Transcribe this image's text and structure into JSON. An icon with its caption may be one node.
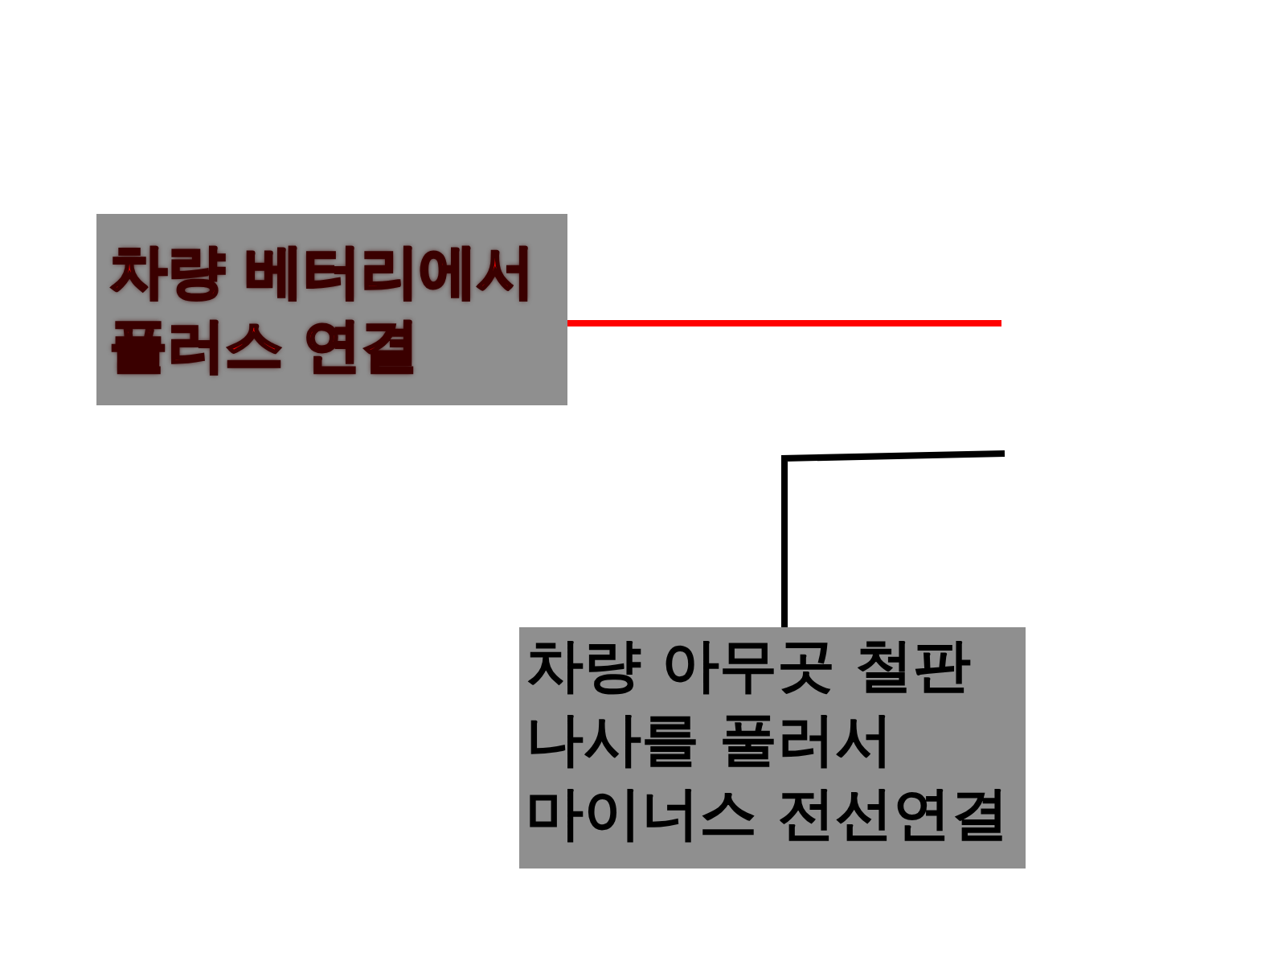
{
  "diagram": {
    "nodes": [
      {
        "text": [
          "차량 베터리에서 플러스 연결"
        ]
      },
      {
        "text": [
          "차량 아무곳 철판 나사를 풀러서 마이너스 전선연결"
        ]
      }
    ],
    "edges": [
      {
        "from": 0,
        "to": null,
        "arrow": "none",
        "color": "#ff0000"
      },
      {
        "from": 1,
        "to": null,
        "arrow": "none",
        "color": "#000000"
      }
    ]
  }
}
